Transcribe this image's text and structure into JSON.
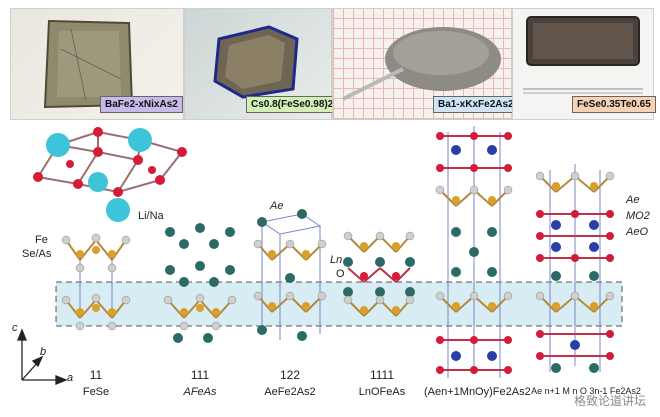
{
  "photos": [
    {
      "label": "BaFe2-xNixAs2",
      "label_color": "#c9b8ea"
    },
    {
      "label": "Cs0.8(FeSe0.98)2",
      "label_color": "#d2f0b6"
    },
    {
      "label": "Ba1-xKxFe2As2",
      "label_color": "#cfe5f7"
    },
    {
      "label": "FeSe0.35Te0.65",
      "label_color": "#f8d2b4"
    }
  ],
  "left_labels": {
    "fe": "Fe",
    "se_as": "Se/As",
    "li_na": "Li/Na"
  },
  "axes": {
    "c": "c",
    "b": "b",
    "a": "a"
  },
  "structures": [
    {
      "type": "11",
      "formula": "FeSe"
    },
    {
      "type": "111",
      "formula": "AFeAs"
    },
    {
      "type": "122",
      "formula": "AeFe2As2"
    },
    {
      "type": "1111",
      "formula": "LnOFeAs"
    },
    {
      "type": "",
      "formula": "(Aen+1MnOy)Fe2As2"
    },
    {
      "type": "",
      "formula": "Ae n+1 M n O 3n-1 Fe2As2"
    }
  ],
  "annotations": {
    "ae_122": "Ae",
    "ln": "Ln",
    "o": "O",
    "ae_right": "Ae",
    "mo2": "MO2",
    "aeo": "AeO"
  },
  "watermark": "格致论道讲坛",
  "colors": {
    "fe": "#d9a02c",
    "as": "#c9c9c9",
    "alkali": "#2a6b66",
    "oxygen": "#d0203a",
    "metal_m": "#2a3ea8",
    "band": "#d8ecf3"
  }
}
